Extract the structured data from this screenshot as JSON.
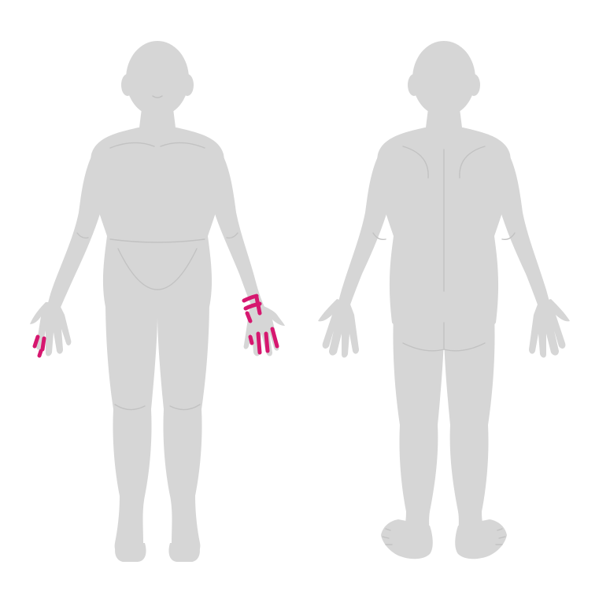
{
  "colors": {
    "background": "#ffffff",
    "body": "#d6d6d6",
    "detail": "#c2c2c2",
    "highlight": "#d6176f"
  },
  "figures": [
    {
      "view": "front",
      "highlighted_regions": [
        "right-fingertips",
        "left-wrist",
        "left-fingers"
      ]
    },
    {
      "view": "back",
      "highlighted_regions": []
    }
  ]
}
